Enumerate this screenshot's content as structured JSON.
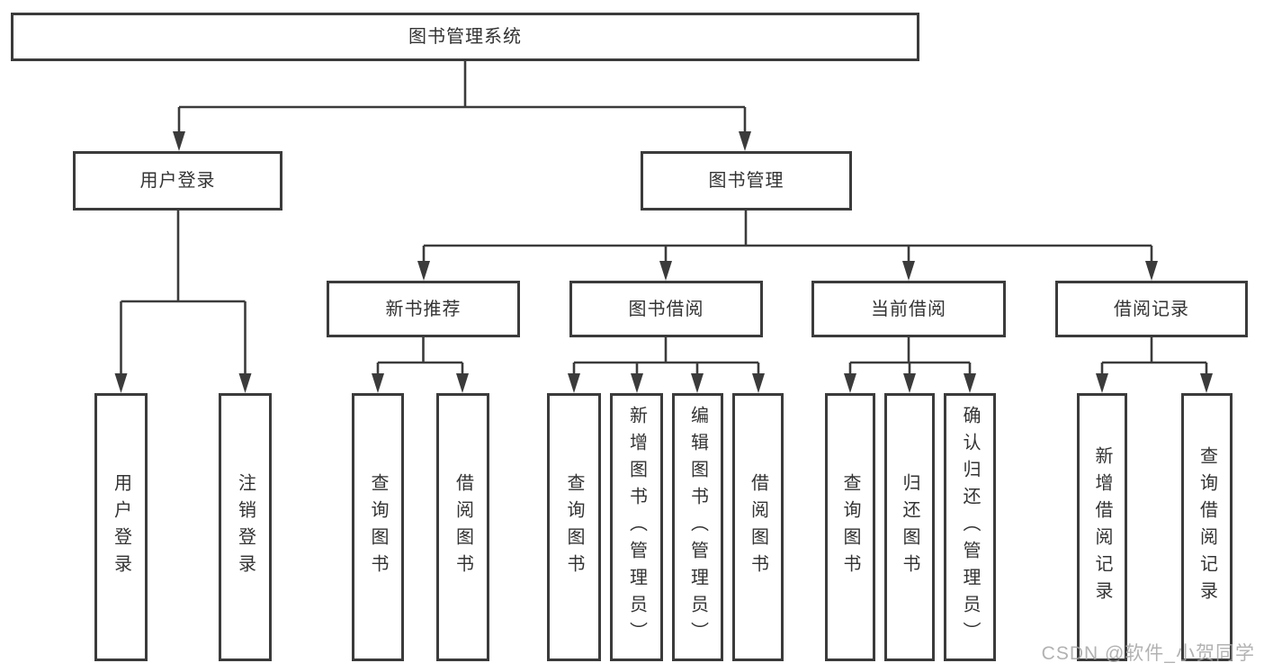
{
  "diagram": {
    "title": "图书管理系统",
    "root": {
      "label": "图书管理系统"
    },
    "children": [
      {
        "label": "用户登录",
        "children": [
          {
            "label": "用户登录"
          },
          {
            "label": "注销登录"
          }
        ]
      },
      {
        "label": "图书管理",
        "children": [
          {
            "label": "新书推荐",
            "children": [
              {
                "label": "查询图书"
              },
              {
                "label": "借阅图书"
              }
            ]
          },
          {
            "label": "图书借阅",
            "children": [
              {
                "label": "查询图书"
              },
              {
                "label": "新增图书（管理员）"
              },
              {
                "label": "编辑图书（管理员）"
              },
              {
                "label": "借阅图书"
              }
            ]
          },
          {
            "label": "当前借阅",
            "children": [
              {
                "label": "查询图书"
              },
              {
                "label": "归还图书"
              },
              {
                "label": "确认归还（管理员）"
              }
            ]
          },
          {
            "label": "借阅记录",
            "children": [
              {
                "label": "新增借阅记录"
              },
              {
                "label": "查询借阅记录"
              }
            ]
          }
        ]
      }
    ]
  },
  "watermark": "CSDN @软件_小贺同学",
  "colors": {
    "line": "#3b3b3b",
    "text": "#333333",
    "watermark": "#a5a5a5",
    "background": "#ffffff"
  }
}
